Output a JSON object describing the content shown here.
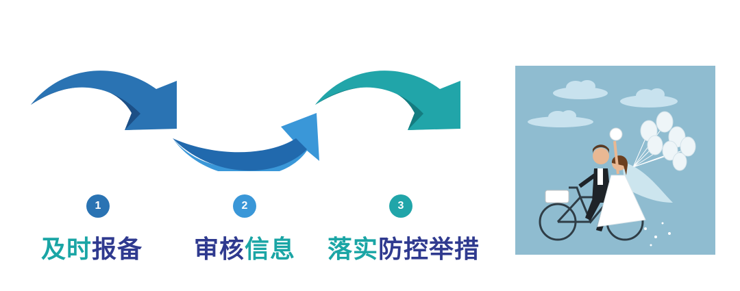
{
  "colors": {
    "arrow1_main": "#2a73b3",
    "arrow1_dark": "#1c4f86",
    "arrow2_main": "#3a97d8",
    "arrow2_dark": "#2169ad",
    "arrow3_main": "#21a5a9",
    "arrow3_dark": "#147c80",
    "text_teal": "#1aa5a5",
    "text_navy": "#2f3a8f",
    "illustration_bg": "#8fbcd0"
  },
  "steps": [
    {
      "number": "1",
      "circle_color": "#2a73b3",
      "label_teal": "及时",
      "label_navy": "报备",
      "teal_first": true
    },
    {
      "number": "2",
      "circle_color": "#3a97d8",
      "label_navy": "审核",
      "label_teal": "信息",
      "teal_first": false
    },
    {
      "number": "3",
      "circle_color": "#21a5a9",
      "label_teal": "落实",
      "label_navy": "防控举措",
      "teal_first": true
    }
  ],
  "illustration": {
    "icon": "wedding-couple-bicycle-illustration"
  }
}
